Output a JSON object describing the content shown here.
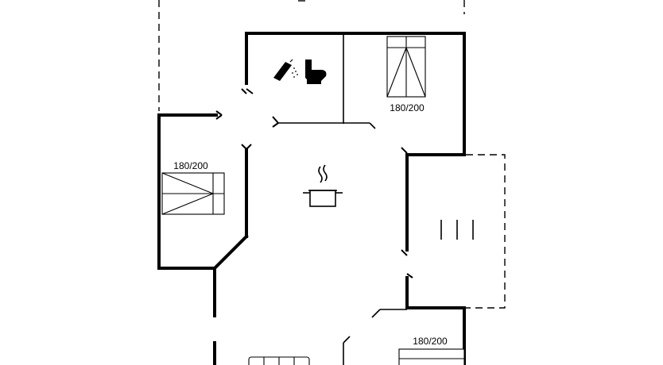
{
  "plan": {
    "rooms": {
      "bedroom_top": {
        "bed_label": "180/200",
        "bed_icon": "double-bed-icon"
      },
      "bedroom_left": {
        "bed_label": "180/200",
        "bed_icon": "double-bed-icon"
      },
      "bedroom_bottom": {
        "bed_label": "180/200",
        "bed_icon": "double-bed-icon"
      },
      "bathroom": {
        "icons": [
          "shower-icon",
          "toilet-icon"
        ]
      },
      "kitchen": {
        "icons": [
          "cooking-pot-icon"
        ]
      },
      "living": {
        "icons": [
          "sofa-icon"
        ]
      }
    }
  }
}
